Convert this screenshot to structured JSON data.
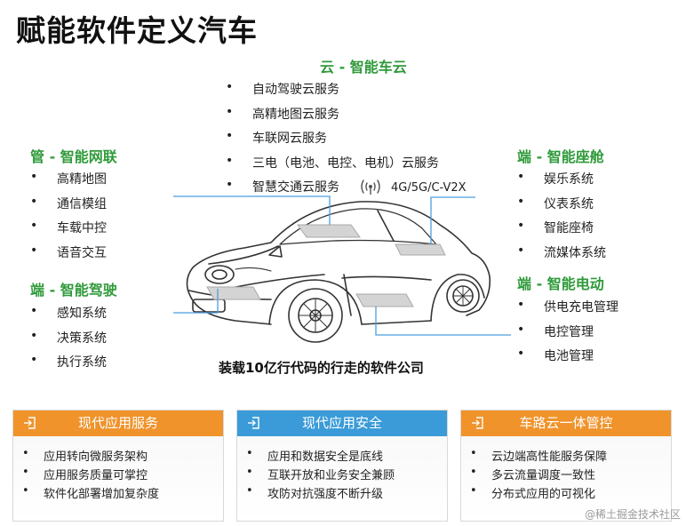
{
  "title": "赋能软件定义汽车",
  "cloud": {
    "title": "云 - 智能车云",
    "items": [
      "自动驾驶云服务",
      "高精地图云服务",
      "车联网云服务",
      "三电（电池、电控、电机）云服务",
      "智慧交通云服务"
    ]
  },
  "pipe": {
    "title": "管 - 智能网联",
    "items": [
      "高精地图",
      "通信模组",
      "车载中控",
      "语音交互"
    ]
  },
  "drive": {
    "title": "端 - 智能驾驶",
    "items": [
      "感知系统",
      "决策系统",
      "执行系统"
    ]
  },
  "cockpit": {
    "title": "端 - 智能座舱",
    "items": [
      "娱乐系统",
      "仪表系统",
      "智能座椅",
      "流媒体系统"
    ]
  },
  "power": {
    "title": "端 - 智能电动",
    "items": [
      "供电充电管理",
      "电控管理",
      "电池管理"
    ]
  },
  "network_label": "4G/5G/C-V2X",
  "caption": "装载10亿行代码的行走的软件公司",
  "cards": [
    {
      "title": "现代应用服务",
      "color": "#f0932b",
      "items": [
        "应用转向微服务架构",
        "应用服务质量可掌控",
        "软件化部署增加复杂度"
      ]
    },
    {
      "title": "现代应用安全",
      "color": "#3b9bd8",
      "items": [
        "应用和数据安全是底线",
        "互联开放和业务安全兼顾",
        "攻防对抗强度不断升级"
      ]
    },
    {
      "title": "车路云一体管控",
      "color": "#f0932b",
      "items": [
        "云边端高性能服务保障",
        "多云流量调度一致性",
        "分布式应用的可视化"
      ]
    }
  ],
  "watermark": "@稀土掘金技术社区",
  "icons": {
    "wifi": "wifi-signal-icon",
    "card": "arrow-into-box-icon"
  }
}
